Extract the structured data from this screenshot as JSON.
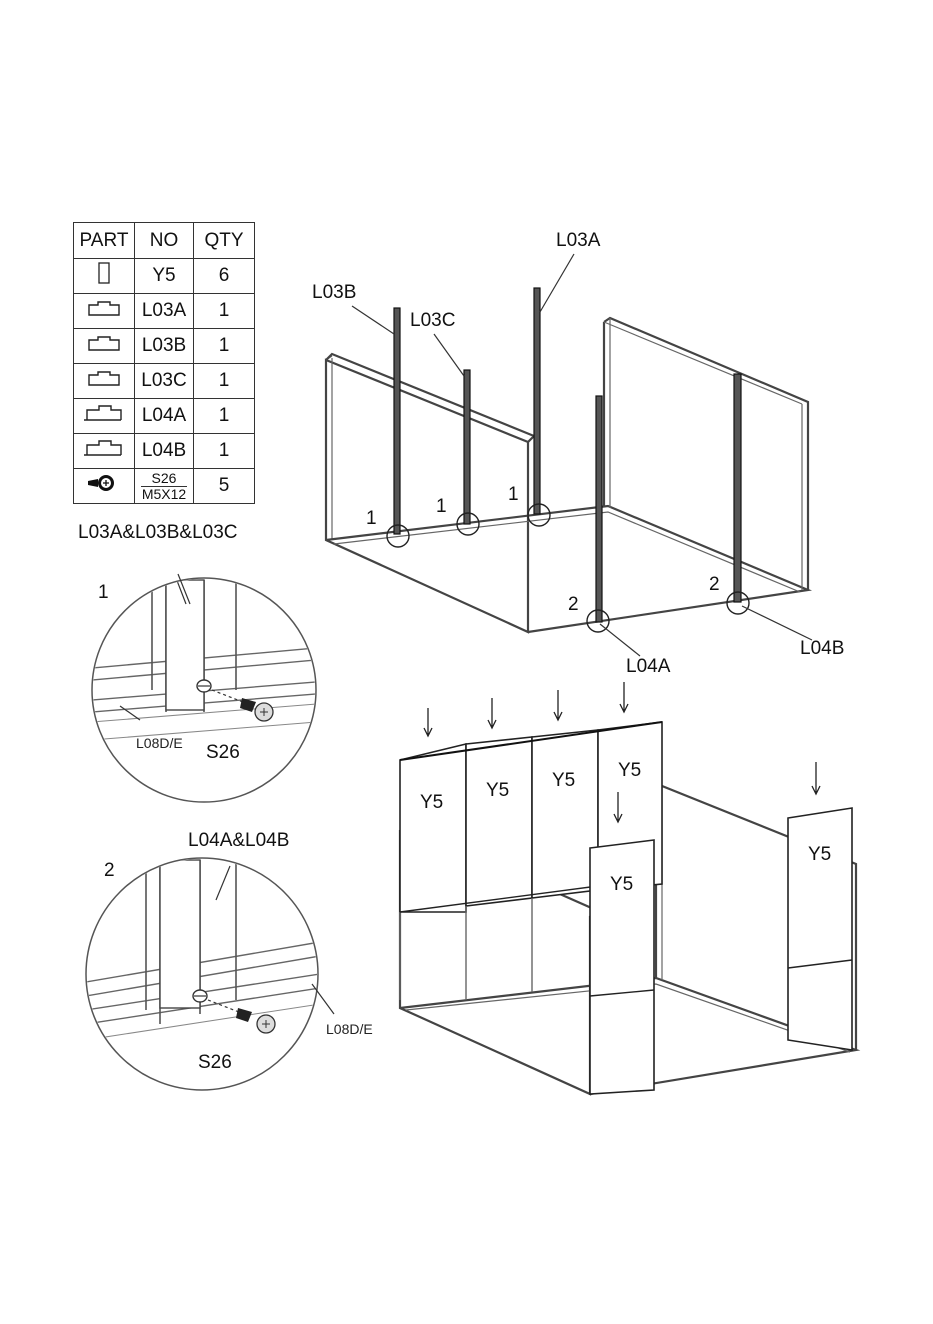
{
  "parts_table": {
    "headers": [
      "PART",
      "NO",
      "QTY"
    ],
    "rows": [
      {
        "part_icon": "panel-rect-icon",
        "no": "Y5",
        "qty": "6"
      },
      {
        "part_icon": "profile-bar-icon",
        "no": "L03A",
        "qty": "1"
      },
      {
        "part_icon": "profile-bar-icon",
        "no": "L03B",
        "qty": "1"
      },
      {
        "part_icon": "profile-bar-icon",
        "no": "L03C",
        "qty": "1"
      },
      {
        "part_icon": "profile-bar-long-icon",
        "no": "L04A",
        "qty": "1"
      },
      {
        "part_icon": "profile-bar-long-icon",
        "no": "L04B",
        "qty": "1"
      },
      {
        "part_icon": "screw-icon",
        "no": "S26",
        "no_sub": "M5X12",
        "qty": "5"
      }
    ]
  },
  "detail1": {
    "title": "L03A&L03B&L03C",
    "step": "1",
    "rail_label": "L08D/E",
    "screw_label": "S26"
  },
  "detail2": {
    "title": "L04A&L04B",
    "step": "2",
    "rail_label": "L08D/E",
    "screw_label": "S26"
  },
  "frame_view": {
    "labels": {
      "l03a": "L03A",
      "l03b": "L03B",
      "l03c": "L03C",
      "l04a": "L04A",
      "l04b": "L04B"
    },
    "markers": {
      "m1a": "1",
      "m1b": "1",
      "m1c": "1",
      "m2a": "2",
      "m2b": "2"
    }
  },
  "panel_view": {
    "panel_labels": [
      "Y5",
      "Y5",
      "Y5",
      "Y5",
      "Y5",
      "Y5"
    ]
  }
}
